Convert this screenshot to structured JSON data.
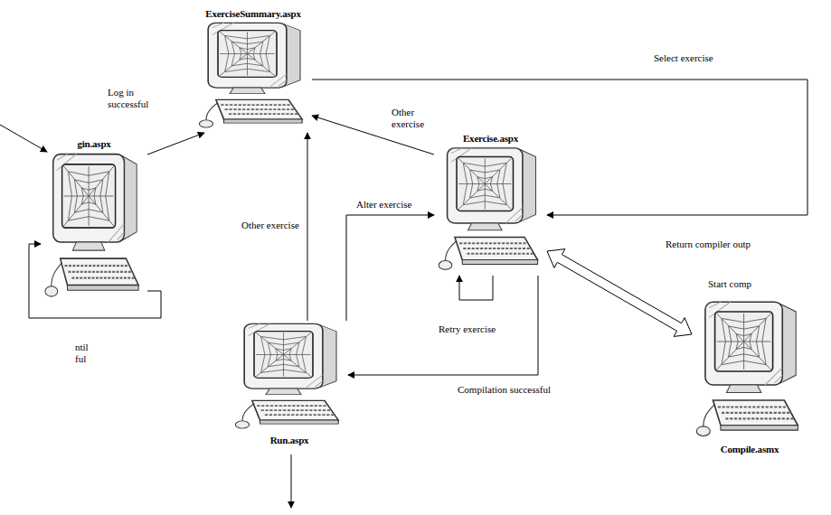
{
  "diagram": {
    "nodes": [
      {
        "text": [
          "ExerciseSummary.aspx"
        ]
      },
      {
        "text": [
          "gin.aspx"
        ]
      },
      {
        "text": [
          "Exercise.aspx"
        ]
      },
      {
        "text": [
          "Run.aspx"
        ]
      },
      {
        "text": [
          "Compile.asmx"
        ]
      }
    ],
    "edges": [
      {
        "from": 1,
        "to": 0,
        "arrow": "to",
        "label": "Log in successful"
      },
      {
        "from": 1,
        "to": 1,
        "arrow": "to",
        "label": "ntil ful"
      },
      {
        "from": 0,
        "to": 2,
        "arrow": "to",
        "label": "Select exercise"
      },
      {
        "from": 2,
        "to": 0,
        "arrow": "to",
        "label": "Other exercise"
      },
      {
        "from": 3,
        "to": 0,
        "arrow": "to",
        "label": "Other exercise"
      },
      {
        "from": 3,
        "to": 2,
        "arrow": "to",
        "label": "Alter exercise"
      },
      {
        "from": 2,
        "to": 2,
        "arrow": "to",
        "label": "Retry exercise"
      },
      {
        "from": 2,
        "to": 4,
        "arrow": "both",
        "label": "Start comp"
      },
      {
        "from": 2,
        "to": 3,
        "arrow": "to",
        "label": "Compilation successful"
      }
    ],
    "labels": [
      "Return compiler outp"
    ]
  }
}
